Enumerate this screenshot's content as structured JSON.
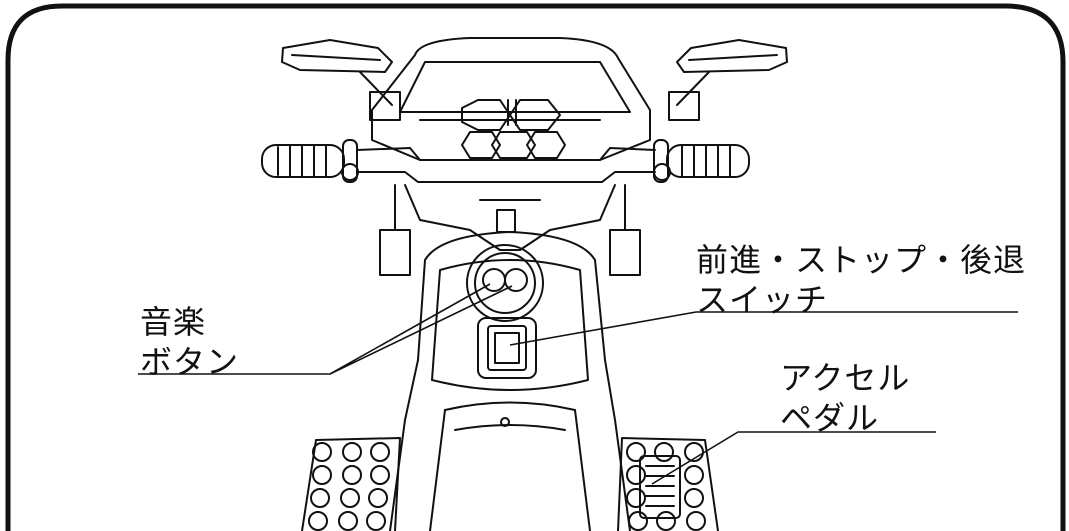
{
  "labels": {
    "music_button": {
      "line1": "音楽",
      "line2": "ボタン"
    },
    "direction_switch": {
      "line1": "前進・ストップ・後退",
      "line2": "スイッチ"
    },
    "accelerator_pedal": {
      "line1": "アクセル",
      "line2": "ペダル"
    }
  },
  "colors": {
    "line": "#111111",
    "background": "#ffffff"
  }
}
